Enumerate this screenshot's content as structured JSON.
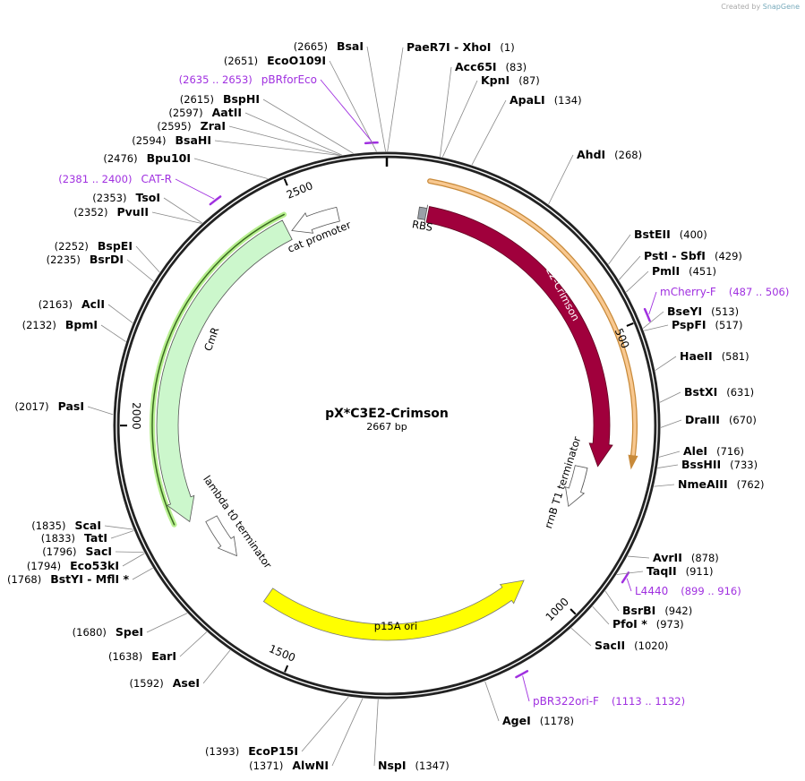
{
  "credit": {
    "prefix": "Created by",
    "brand": "SnapGene"
  },
  "plasmid": {
    "name": "pX*C3E2-Crimson",
    "length": "2667 bp",
    "length_bp": 2667
  },
  "ticks": [
    "500",
    "1000",
    "1500",
    "2000",
    "2500"
  ],
  "enzymes": [
    {
      "name": "PaeR7I - XhoI",
      "pos": "(1)"
    },
    {
      "name": "Acc65I",
      "pos": "(83)"
    },
    {
      "name": "KpnI",
      "pos": "(87)"
    },
    {
      "name": "ApaLI",
      "pos": "(134)"
    },
    {
      "name": "AhdI",
      "pos": "(268)"
    },
    {
      "name": "BstEII",
      "pos": "(400)"
    },
    {
      "name": "PstI - SbfI",
      "pos": "(429)"
    },
    {
      "name": "PmlI",
      "pos": "(451)"
    },
    {
      "name": "BseYI",
      "pos": "(513)"
    },
    {
      "name": "PspFI",
      "pos": "(517)"
    },
    {
      "name": "HaeII",
      "pos": "(581)"
    },
    {
      "name": "BstXI",
      "pos": "(631)"
    },
    {
      "name": "DraIII",
      "pos": "(670)"
    },
    {
      "name": "AleI",
      "pos": "(716)"
    },
    {
      "name": "BssHII",
      "pos": "(733)"
    },
    {
      "name": "NmeAIII",
      "pos": "(762)"
    },
    {
      "name": "AvrII",
      "pos": "(878)"
    },
    {
      "name": "TaqII",
      "pos": "(911)"
    },
    {
      "name": "BsrBI",
      "pos": "(942)"
    },
    {
      "name": "PfoI *",
      "pos": "(973)"
    },
    {
      "name": "SacII",
      "pos": "(1020)"
    },
    {
      "name": "AgeI",
      "pos": "(1178)"
    },
    {
      "name": "NspI",
      "pos": "(1347)"
    },
    {
      "name": "AlwNI",
      "pos": "(1371)"
    },
    {
      "name": "EcoP15I",
      "pos": "(1393)"
    },
    {
      "name": "AseI",
      "pos": "(1592)"
    },
    {
      "name": "EarI",
      "pos": "(1638)"
    },
    {
      "name": "SpeI",
      "pos": "(1680)"
    },
    {
      "name": "BstYI - MflI *",
      "pos": "(1768)"
    },
    {
      "name": "Eco53kI",
      "pos": "(1794)"
    },
    {
      "name": "SacI",
      "pos": "(1796)"
    },
    {
      "name": "TatI",
      "pos": "(1833)"
    },
    {
      "name": "ScaI",
      "pos": "(1835)"
    },
    {
      "name": "PasI",
      "pos": "(2017)"
    },
    {
      "name": "BpmI",
      "pos": "(2132)"
    },
    {
      "name": "AclI",
      "pos": "(2163)"
    },
    {
      "name": "BsrDI",
      "pos": "(2235)"
    },
    {
      "name": "BspEI",
      "pos": "(2252)"
    },
    {
      "name": "PvuII",
      "pos": "(2352)"
    },
    {
      "name": "TsoI",
      "pos": "(2353)"
    },
    {
      "name": "Bpu10I",
      "pos": "(2476)"
    },
    {
      "name": "BsaHI",
      "pos": "(2594)"
    },
    {
      "name": "ZraI",
      "pos": "(2595)"
    },
    {
      "name": "AatII",
      "pos": "(2597)"
    },
    {
      "name": "BspHI",
      "pos": "(2615)"
    },
    {
      "name": "EcoO109I",
      "pos": "(2651)"
    },
    {
      "name": "BsaI",
      "pos": "(2665)"
    }
  ],
  "primers": [
    {
      "name": "mCherry-F",
      "range": "(487 .. 506)"
    },
    {
      "name": "L4440",
      "range": "(899 .. 916)"
    },
    {
      "name": "pBR322ori-F",
      "range": "(1113 .. 1132)"
    },
    {
      "name": "CAT-R",
      "range": "(2381 .. 2400)"
    },
    {
      "name": "pBRforEco",
      "range": "(2635 .. 2653)"
    }
  ],
  "features": [
    {
      "name": "E2-Crimson",
      "color": "#a0003c"
    },
    {
      "name": "RBS",
      "color": "#9aa0a8"
    },
    {
      "name": "rrnB T1 terminator",
      "color": "#ffffff"
    },
    {
      "name": "p15A ori",
      "color": "#ffff00"
    },
    {
      "name": "CmR",
      "color": "#ccf7cc"
    },
    {
      "name": "cat promoter",
      "color": "#ffffff"
    },
    {
      "name": "lambda t0 terminator",
      "color": "#ffffff"
    }
  ],
  "colors": {
    "primer": "#a030e0",
    "backbone": "#222222",
    "orange_feature": "#f8c890"
  }
}
